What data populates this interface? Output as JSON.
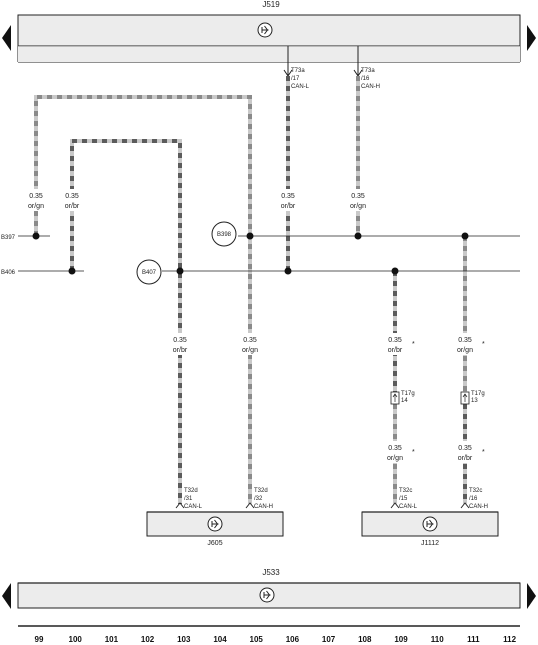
{
  "modules": {
    "top": {
      "label": "J519",
      "icon": "can-gateway-icon"
    },
    "j605": {
      "label": "J605",
      "icon": "can-gateway-icon"
    },
    "j1112": {
      "label": "J1112",
      "icon": "can-gateway-icon"
    },
    "bottom": {
      "label": "J533",
      "icon": "can-gateway-icon"
    }
  },
  "connectors": {
    "t73a_17": [
      "T73a",
      "/17",
      "CAN-L"
    ],
    "t73a_16": [
      "T73a",
      "/16",
      "CAN-H"
    ],
    "t32d_31": [
      "T32d",
      "/31",
      "CAN-L"
    ],
    "t32d_32": [
      "T32d",
      "/32",
      "CAN-H"
    ],
    "t32c_15": [
      "T32c",
      "/15",
      "CAN-L"
    ],
    "t32c_16": [
      "T32c",
      "/16",
      "CAN-H"
    ],
    "t17g_14": [
      "T17g",
      "14"
    ],
    "t17g_13": [
      "T17g",
      "13"
    ]
  },
  "junctions": {
    "b397": "B397",
    "b406": "B406",
    "b398": "B398",
    "b407": "B407"
  },
  "wires": {
    "w1": [
      "0.35",
      "or/gn"
    ],
    "w2": [
      "0.35",
      "or/br"
    ],
    "w3": [
      "0.35",
      "or/br"
    ],
    "w4": [
      "0.35",
      "or/gn"
    ],
    "w5": [
      "0.35",
      "or/br"
    ],
    "w6": [
      "0.35",
      "or/gn"
    ],
    "w7": [
      "0.35",
      "or/br"
    ],
    "w8": [
      "0.35",
      "or/gn"
    ],
    "w9": [
      "0.35",
      "or/gn"
    ],
    "w10": [
      "0.35",
      "or/br"
    ]
  },
  "asterisk": "*",
  "columns": [
    "99",
    "100",
    "101",
    "102",
    "103",
    "104",
    "105",
    "106",
    "107",
    "108",
    "109",
    "110",
    "111",
    "112"
  ],
  "colors": {
    "wire_or": "#c9c9c9",
    "wire_br": "#5b5b5b",
    "wire_gn": "#8a8a8a",
    "module_fill": "#ececec",
    "line": "#222222"
  }
}
